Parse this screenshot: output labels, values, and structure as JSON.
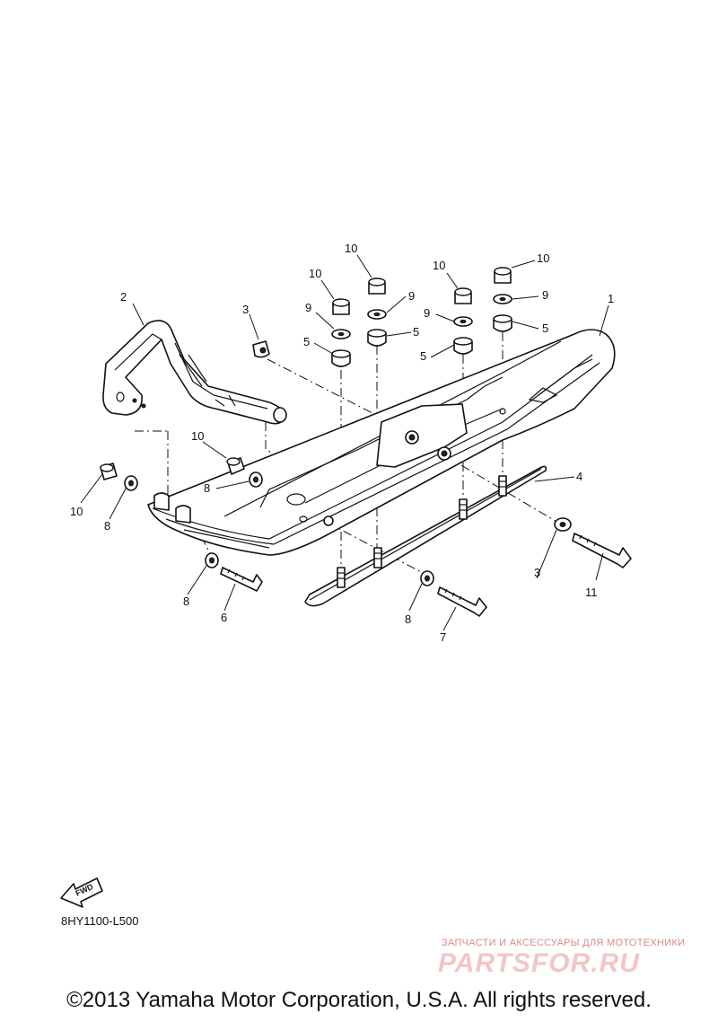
{
  "diagram": {
    "callouts": [
      "1",
      "2",
      "3",
      "3",
      "4",
      "5",
      "5",
      "5",
      "5",
      "6",
      "7",
      "8",
      "8",
      "8",
      "8",
      "9",
      "9",
      "9",
      "9",
      "10",
      "10",
      "10",
      "10",
      "10",
      "10",
      "11"
    ],
    "fwd_label": "FWD",
    "code": "8HY1100-L500"
  },
  "watermark": {
    "tagline": "ЗАПЧАСТИ И АКСЕССУАРЫ ДЛЯ МОТОТЕХНИКИ",
    "brand": "PARTSFOR.RU"
  },
  "footer": {
    "copyright": "©2013 Yamaha Motor Corporation, U.S.A. All rights reserved."
  }
}
